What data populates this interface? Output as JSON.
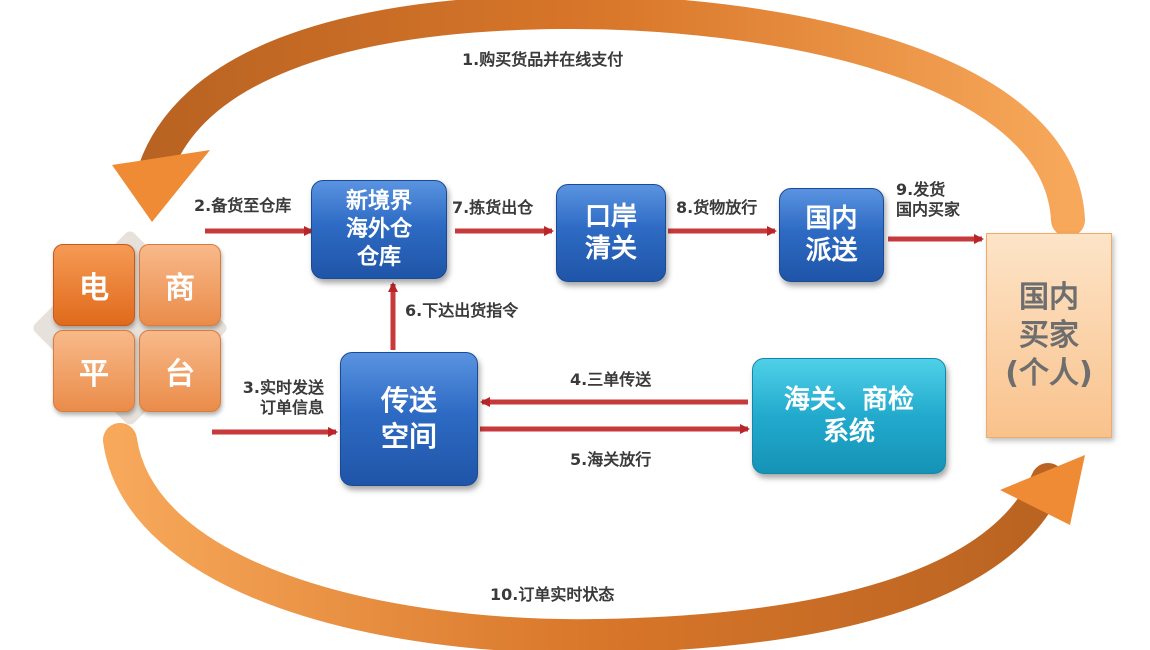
{
  "platform": {
    "tiles": [
      "电",
      "商",
      "平",
      "台"
    ]
  },
  "boxes": {
    "warehouse": [
      "新境界",
      "海外仓",
      "仓库"
    ],
    "customs": [
      "口岸",
      "清关"
    ],
    "delivery": [
      "国内",
      "派送"
    ],
    "transfer": [
      "传送",
      "空间"
    ],
    "inspection": [
      "海关、商检",
      "系统"
    ],
    "buyer": [
      "国内",
      "买家",
      "(个人)"
    ]
  },
  "steps": {
    "s1": "1.购买货品并在线支付",
    "s2": "2.备货至仓库",
    "s3": [
      "3.实时发送",
      "订单信息"
    ],
    "s4": "4.三单传送",
    "s5": "5.海关放行",
    "s6": "6.下达出货指令",
    "s7": "7.拣货出仓",
    "s8": "8.货物放行",
    "s9": [
      "9.发货",
      "国内买家"
    ],
    "s10": "10.订单实时状态"
  },
  "colors": {
    "blue_box": "#2e6bc4",
    "teal_box": "#22aacd",
    "orange_tile": "#e06a1c",
    "arrow_red": "#c0282b",
    "arc_orange": "#ef8b35",
    "buyer_fill": "#f9c28c"
  }
}
